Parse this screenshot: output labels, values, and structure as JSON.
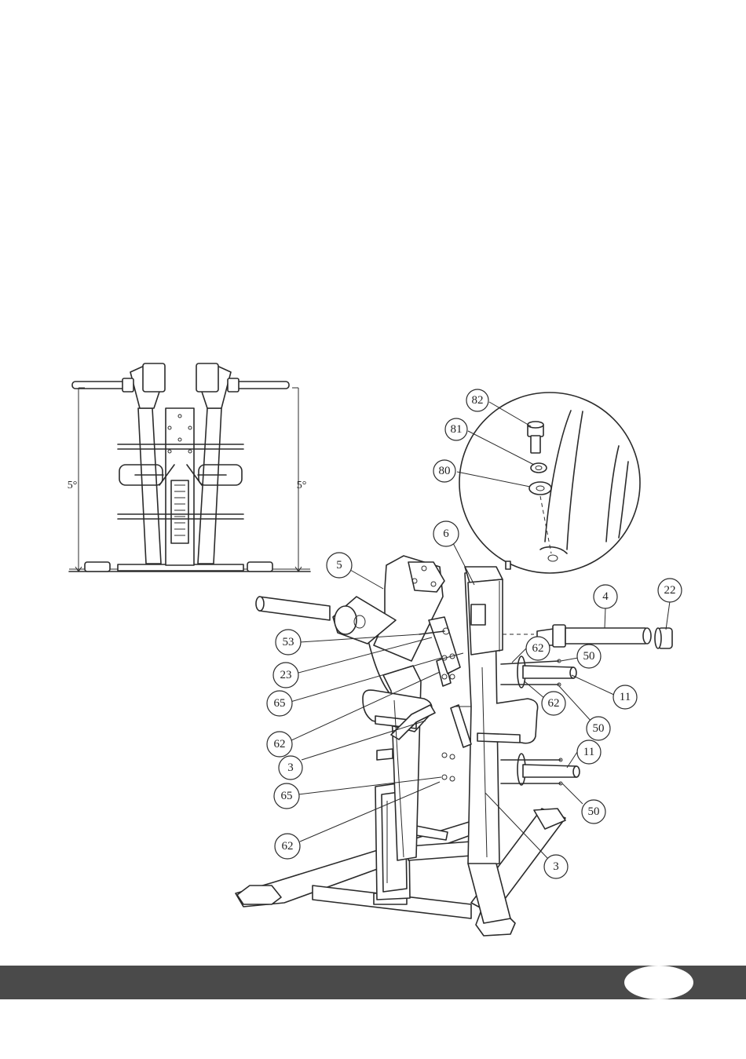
{
  "front_view": {
    "angle_left": "5°",
    "angle_right": "5°"
  },
  "detail_callouts": [
    "82",
    "81",
    "80"
  ],
  "callouts": {
    "c5": "5",
    "c6": "6",
    "c4": "4",
    "c22": "22",
    "c53": "53",
    "c23": "23",
    "c65a": "65",
    "c62a": "62",
    "c3a": "3",
    "c65b": "65",
    "c62b": "62",
    "c62c": "62",
    "c50a": "50",
    "c11a": "11",
    "c62d": "62",
    "c50b": "50",
    "c11b": "11",
    "c50c": "50",
    "c3b": "3"
  },
  "footer": {
    "page_number": ""
  }
}
